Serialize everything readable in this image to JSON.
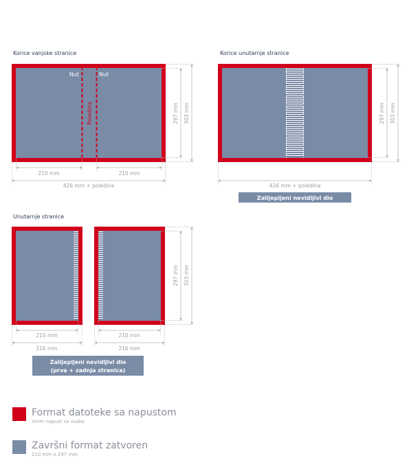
{
  "sections": {
    "outer_cover": "Korice vanjske stranice",
    "inner_cover": "Korice unutarnje stranice",
    "inner_pages": "Unutarnje stranice"
  },
  "labels": {
    "nut": "Nut",
    "poledina": "Poledina",
    "w210": "210 mm",
    "w216": "216 mm",
    "w426": "426 mm + poledina",
    "h297": "297 mm",
    "h303": "303 mm",
    "glued": "Zalijepljeni nevidljivi dio",
    "glued_line1": "Zalijepljeni nevidljivi dio",
    "glued_line2": "(prva + zadnja stranica)"
  },
  "legend": [
    {
      "title": "Format datoteke sa napustom",
      "sub": "3mm napust sa svake",
      "color": "#d0021b"
    },
    {
      "title": "Završni format zatvoren",
      "sub": "210 mm x 297 mm",
      "color": "#7a8ba6"
    }
  ],
  "colors": {
    "bleed": "#d0021b",
    "trim": "#7a8ba6",
    "dim": "#b8b8b8",
    "dim_text": "#9aa0a6",
    "label_box": "#7a8ba6"
  }
}
